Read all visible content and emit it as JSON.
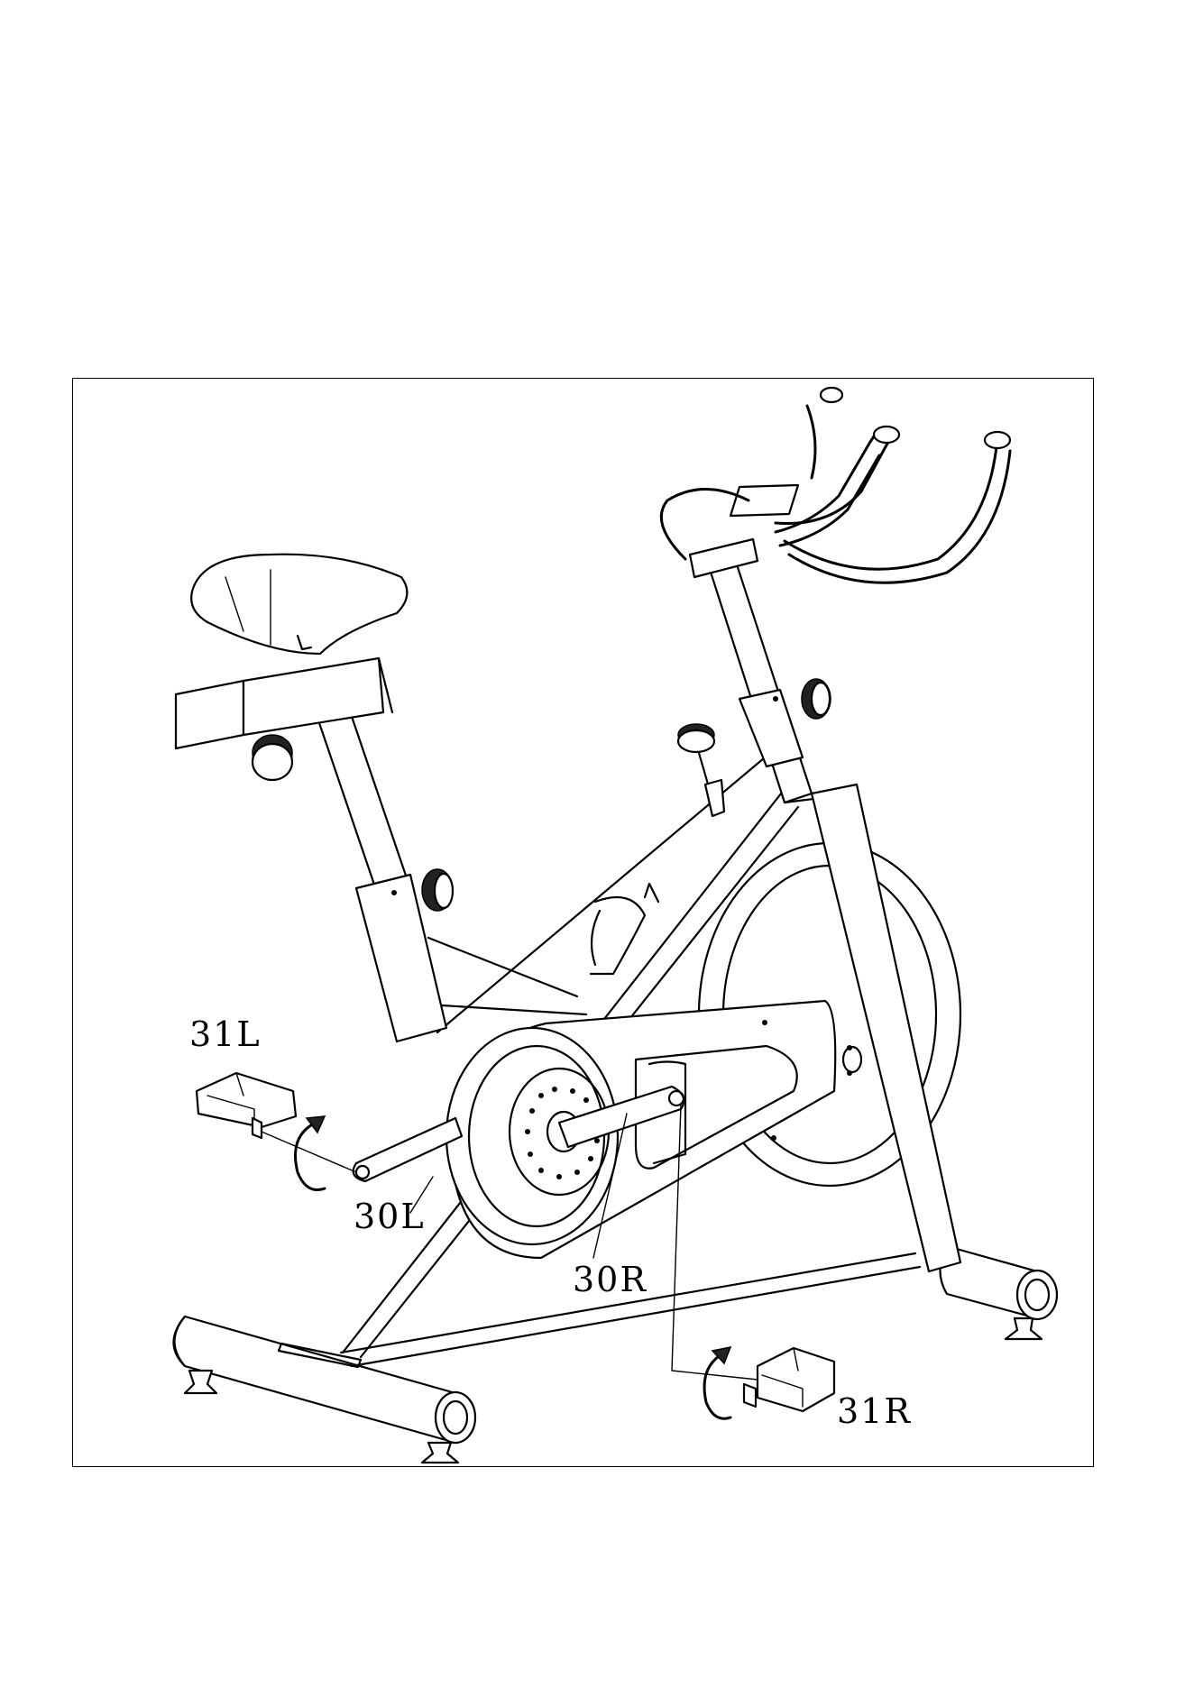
{
  "callouts": {
    "pedal_left": "31L",
    "crank_left": "30L",
    "crank_right": "30R",
    "pedal_right": "31R"
  },
  "icons": {
    "rotation_arrow_left": "counterclockwise-arrow-icon",
    "rotation_arrow_right": "counterclockwise-arrow-icon"
  }
}
